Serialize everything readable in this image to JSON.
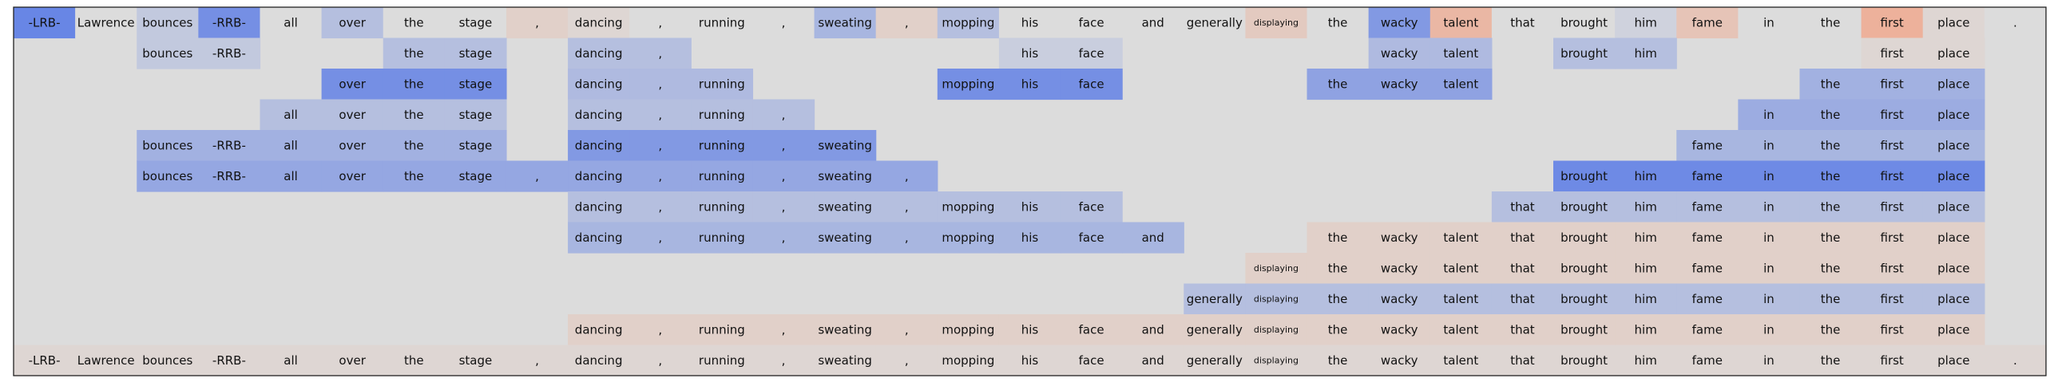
{
  "chart_data": {
    "type": "heatmap",
    "title": "",
    "xlabel": "",
    "ylabel": "",
    "grid": false,
    "legend": "none",
    "colors": {
      "background": "#dcdcdc",
      "border": "#222222",
      "text": "#111111",
      "scale": [
        "#5b7ce6",
        "#dcdcdc",
        "#f49f7f"
      ]
    },
    "tokens": [
      "-LRB-",
      "Lawrence",
      "bounces",
      "-RRB-",
      "all",
      "over",
      "the",
      "stage",
      ",",
      "dancing",
      ",",
      "running",
      ",",
      "sweating",
      ",",
      "mopping",
      "his",
      "face",
      "and",
      "generally",
      "displaying",
      "the",
      "wacky",
      "talent",
      "that",
      "brought",
      "him",
      "fame",
      "in",
      "the",
      "first",
      "place",
      "."
    ],
    "small_tokens": [
      "displaying"
    ],
    "rows": [
      {
        "start": 0,
        "end": 32,
        "values": [
          -0.9,
          0.0,
          -0.2,
          -0.8,
          0.0,
          -0.3,
          0.0,
          0.0,
          0.2,
          0.1,
          0.0,
          0.0,
          0.0,
          -0.4,
          0.2,
          -0.3,
          0.0,
          0.0,
          0.0,
          0.0,
          0.3,
          0.0,
          -0.7,
          0.6,
          0.0,
          0.0,
          -0.1,
          0.4,
          0.0,
          0.0,
          0.7,
          0.1,
          0.0
        ]
      },
      {
        "start": 2,
        "end": 3,
        "values": [
          -0.2,
          -0.2
        ]
      },
      {
        "start": 6,
        "end": 7,
        "values": [
          -0.3,
          -0.3
        ]
      },
      {
        "start": 9,
        "end": 10,
        "values": [
          -0.3,
          -0.3
        ]
      },
      {
        "start": 16,
        "end": 17,
        "values": [
          -0.15,
          -0.15
        ]
      },
      {
        "start": 22,
        "end": 23,
        "values": [
          -0.35,
          -0.35
        ]
      },
      {
        "start": 25,
        "end": 26,
        "values": [
          -0.3,
          -0.3
        ]
      },
      {
        "start": 30,
        "end": 31,
        "values": [
          0.1,
          0.1
        ]
      },
      {
        "start": 5,
        "end": 7,
        "values": [
          -0.8,
          -0.8,
          -0.8
        ]
      },
      {
        "start": 9,
        "end": 11,
        "values": [
          -0.35,
          -0.35,
          -0.35
        ]
      },
      {
        "start": 15,
        "end": 17,
        "values": [
          -0.8,
          -0.8,
          -0.8
        ]
      },
      {
        "start": 21,
        "end": 23,
        "values": [
          -0.6,
          -0.6,
          -0.6
        ]
      },
      {
        "start": 29,
        "end": 31,
        "values": [
          -0.45,
          -0.45,
          -0.45
        ]
      },
      {
        "start": 4,
        "end": 7,
        "values": [
          -0.3,
          -0.3,
          -0.3,
          -0.3
        ]
      },
      {
        "start": 9,
        "end": 12,
        "values": [
          -0.3,
          -0.3,
          -0.3,
          -0.3
        ]
      },
      {
        "start": 28,
        "end": 31,
        "values": [
          -0.5,
          -0.5,
          -0.5,
          -0.5
        ]
      },
      {
        "start": 2,
        "end": 7,
        "values": [
          -0.45,
          -0.45,
          -0.45,
          -0.45,
          -0.45,
          -0.45
        ]
      },
      {
        "start": 9,
        "end": 13,
        "values": [
          -0.7,
          -0.7,
          -0.7,
          -0.7,
          -0.7
        ]
      },
      {
        "start": 27,
        "end": 31,
        "values": [
          -0.4,
          -0.4,
          -0.4,
          -0.4,
          -0.4
        ]
      },
      {
        "start": 2,
        "end": 14,
        "values": [
          -0.55,
          -0.55,
          -0.55,
          -0.55,
          -0.55,
          -0.55,
          -0.55,
          -0.55,
          -0.55,
          -0.55,
          -0.55,
          -0.55,
          -0.55
        ]
      },
      {
        "start": 25,
        "end": 31,
        "values": [
          -0.85,
          -0.85,
          -0.85,
          -0.85,
          -0.85,
          -0.85,
          -0.85
        ]
      },
      {
        "start": 9,
        "end": 17,
        "values": [
          -0.3,
          -0.3,
          -0.3,
          -0.3,
          -0.3,
          -0.3,
          -0.3,
          -0.3,
          -0.3
        ]
      },
      {
        "start": 24,
        "end": 31,
        "values": [
          -0.3,
          -0.3,
          -0.3,
          -0.3,
          -0.3,
          -0.3,
          -0.3,
          -0.3
        ]
      },
      {
        "start": 9,
        "end": 18,
        "values": [
          -0.4,
          -0.4,
          -0.4,
          -0.4,
          -0.4,
          -0.4,
          -0.4,
          -0.4,
          -0.4,
          -0.4
        ]
      },
      {
        "start": 21,
        "end": 31,
        "values": [
          0.2,
          0.2,
          0.2,
          0.2,
          0.2,
          0.2,
          0.2,
          0.2,
          0.2,
          0.2,
          0.2
        ]
      },
      {
        "start": 20,
        "end": 31,
        "values": [
          0.2,
          0.2,
          0.2,
          0.2,
          0.2,
          0.2,
          0.2,
          0.2,
          0.2,
          0.2,
          0.2,
          0.2
        ]
      },
      {
        "start": 19,
        "end": 31,
        "values": [
          -0.3,
          -0.3,
          -0.3,
          -0.3,
          -0.3,
          -0.3,
          -0.3,
          -0.3,
          -0.3,
          -0.3,
          -0.3,
          -0.3,
          -0.3
        ]
      },
      {
        "start": 9,
        "end": 31,
        "values": [
          0.2,
          0.2,
          0.2,
          0.2,
          0.2,
          0.2,
          0.2,
          0.2,
          0.2,
          0.2,
          0.2,
          0.2,
          0.2,
          0.2,
          0.2,
          0.2,
          0.2,
          0.2,
          0.2,
          0.2,
          0.2,
          0.2,
          0.2
        ]
      },
      {
        "start": 0,
        "end": 32,
        "values": [
          0.1,
          0.1,
          0.1,
          0.1,
          0.1,
          0.1,
          0.1,
          0.1,
          0.1,
          0.1,
          0.1,
          0.1,
          0.1,
          0.1,
          0.1,
          0.1,
          0.1,
          0.1,
          0.1,
          0.1,
          0.1,
          0.1,
          0.1,
          0.1,
          0.1,
          0.1,
          0.1,
          0.1,
          0.1,
          0.1,
          0.1,
          0.1,
          0.1
        ]
      }
    ],
    "row_of_span": [
      0,
      1,
      1,
      1,
      1,
      1,
      1,
      1,
      2,
      2,
      2,
      2,
      2,
      3,
      3,
      3,
      4,
      4,
      4,
      5,
      5,
      6,
      6,
      7,
      7,
      8,
      9,
      10,
      11
    ]
  }
}
